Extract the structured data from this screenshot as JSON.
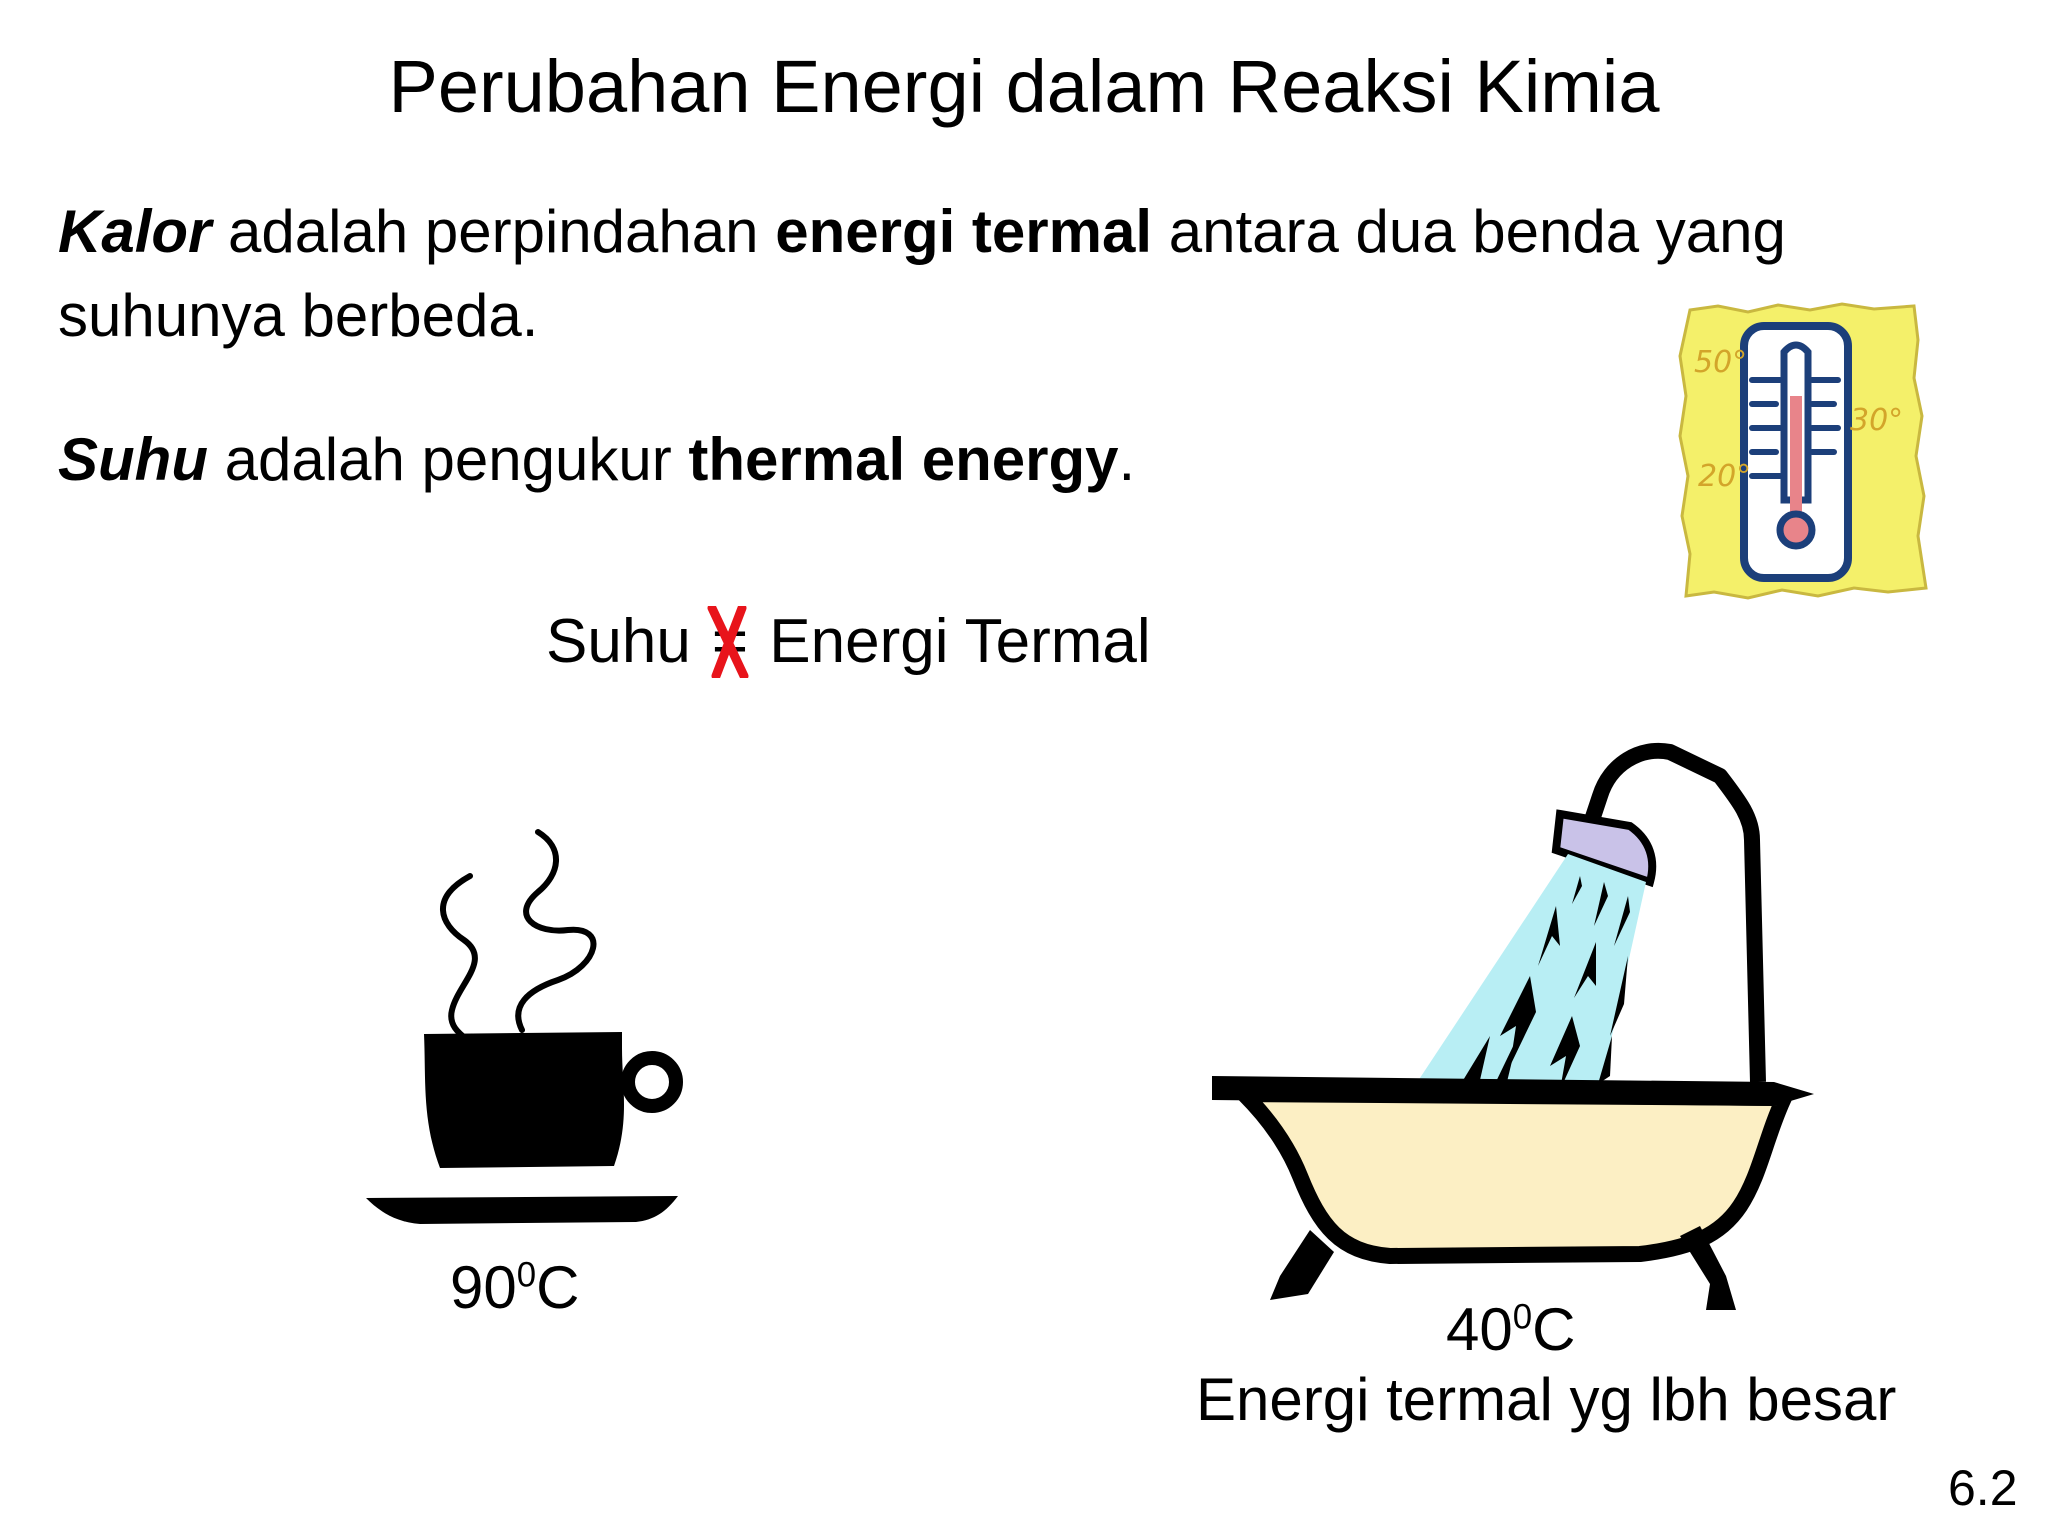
{
  "title": "Perubahan Energi dalam Reaksi Kimia",
  "definitions": {
    "kalor": {
      "term": "Kalor",
      "text_1": " adalah perpindahan ",
      "bold_phrase": "energi termal",
      "text_2": " antara dua benda yang suhunya berbeda."
    },
    "suhu": {
      "term": "Suhu",
      "text_1": " adalah pengukur ",
      "bold_phrase": "thermal energy",
      "text_2": "."
    }
  },
  "inequality": {
    "left": "Suhu ",
    "operator": "=",
    "right": " Energi Termal",
    "cross_color": "#e8141b"
  },
  "cup": {
    "temp_value": "90",
    "temp_sup": "0",
    "temp_unit": "C"
  },
  "bath": {
    "temp_value": "40",
    "temp_sup": "0",
    "temp_unit": "C",
    "caption": "Energi termal yg lbh besar"
  },
  "thermometer": {
    "scale_labels": [
      "50°",
      "30°",
      "20°"
    ],
    "note_color": "#f4f06a"
  },
  "slide_number": "6.2",
  "icons": [
    "thermometer-icon",
    "coffee-cup-icon",
    "steam-icon",
    "bathtub-icon",
    "shower-icon"
  ]
}
